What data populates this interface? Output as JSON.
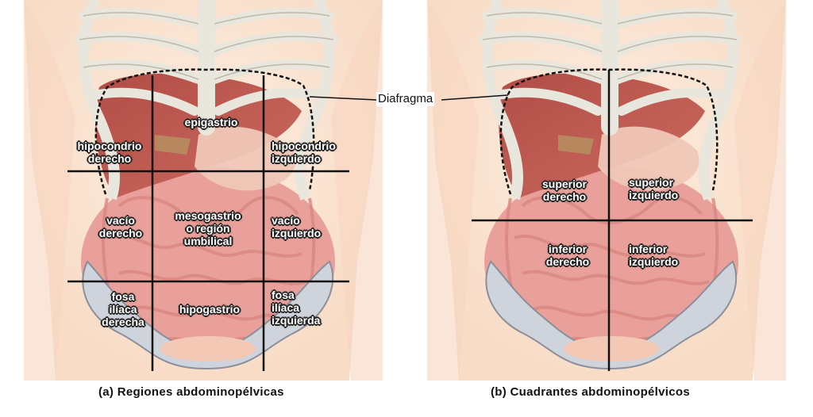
{
  "callout": {
    "label": "Diafragma"
  },
  "panel_a": {
    "caption": "(a) Regiones abdominopélvicas",
    "regions": {
      "epigastrio": "epigastrio",
      "hipocondrio_derecho": "hipocondrio\nderecho",
      "hipocondrio_izquierdo": "hipocondrio\nizquierdo",
      "vacio_derecho": "vacío\nderecho",
      "mesogastrio": "mesogastrio\no región\numbilical",
      "vacio_izquierdo": "vacío\nizquierdo",
      "fosa_iliaca_derecha": "fosa\nilíaca\nderecha",
      "hipogastrio": "hipogastrio",
      "fosa_iliaca_izquierda": "fosa\nilíaca\nizquierda"
    }
  },
  "panel_b": {
    "caption": "(b) Cuadrantes abdominopélvicos",
    "quadrants": {
      "superior_derecho": "superior\nderecho",
      "superior_izquierdo": "superior\nizquierdo",
      "inferior_derecho": "inferior\nderecho",
      "inferior_izquierdo": "inferior\nizquierdo"
    }
  },
  "colors": {
    "skin": "#fbe3cf",
    "bone": "#e9e6dd",
    "bone_outline": "#c9c4b6",
    "organ": "#c25a52",
    "intestine": "#e9a09a",
    "pelvis": "#cfd3dc",
    "division_line": "#111111"
  }
}
